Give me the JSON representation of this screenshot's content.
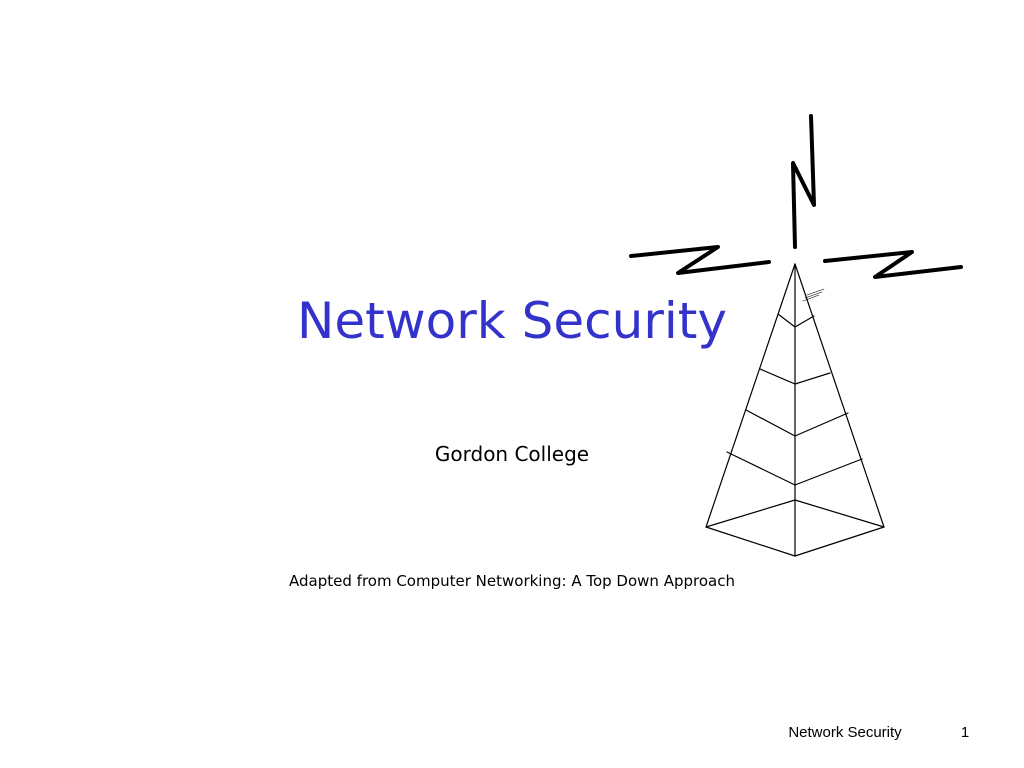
{
  "slide": {
    "title": "Network Security",
    "subtitle": "Gordon College",
    "credit": "Adapted from Computer Networking: A Top Down Approach"
  },
  "footer": {
    "title": "Network Security",
    "page_number": "1"
  },
  "colors": {
    "title": "#3333cc",
    "text": "#000000",
    "background": "#ffffff"
  },
  "icons": {
    "tower": "radio-tower-icon"
  }
}
